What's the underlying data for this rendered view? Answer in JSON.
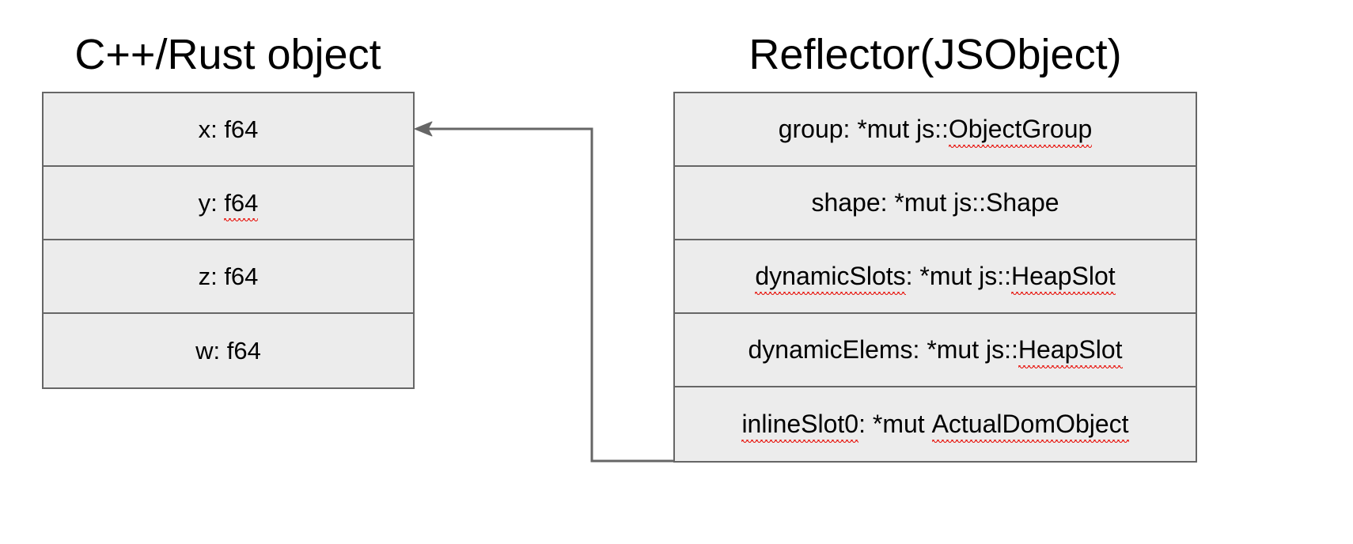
{
  "diagram": {
    "title_left": "C++/Rust object",
    "title_right": "Reflector(JSObject)",
    "background_color": "#ffffff",
    "cell_color": "#ececec",
    "border_color": "#666666",
    "text_color": "#000000",
    "spellcheck_color": "#e8201a"
  },
  "left_object": {
    "heading": "C++/Rust object",
    "fields": [
      {
        "text": "x: f64",
        "pre": "x: ",
        "misspelled": "",
        "post": "f64"
      },
      {
        "text": "y: f64",
        "pre": "y: ",
        "misspelled": "f64",
        "post": ""
      },
      {
        "text": "z: f64",
        "pre": "z: ",
        "misspelled": "",
        "post": "f64"
      },
      {
        "text": "w: f64",
        "pre": "w: ",
        "misspelled": "",
        "post": "f64"
      }
    ]
  },
  "right_object": {
    "heading": "Reflector(JSObject)",
    "fields": [
      {
        "text": "group: *mut js::ObjectGroup",
        "pre": "group: *mut js::",
        "misspelled": "ObjectGroup",
        "post": ""
      },
      {
        "text": "shape: *mut js::Shape",
        "pre": "shape: *mut js::Shape",
        "misspelled": "",
        "post": ""
      },
      {
        "text": "dynamicSlots: *mut js::HeapSlot",
        "pre": "",
        "misspelled": "dynamicSlots",
        "post": ": *mut js::",
        "tail_misspelled": "HeapSlot"
      },
      {
        "text": "dynamicElems: *mut js::HeapSlot",
        "pre": "dynamicElems: *mut js::",
        "misspelled": "HeapSlot",
        "post": ""
      },
      {
        "text": "inlineSlot0: *mut ActualDomObject",
        "pre": "",
        "misspelled": "inlineSlot0",
        "post": ": *mut ",
        "tail_misspelled": "ActualDomObject"
      }
    ]
  },
  "connector": {
    "name": "inlineSlot0-points-to-object",
    "from_field": "inlineSlot0: *mut ActualDomObject",
    "to_field": "x: f64",
    "arrowhead": "left-arrow"
  }
}
